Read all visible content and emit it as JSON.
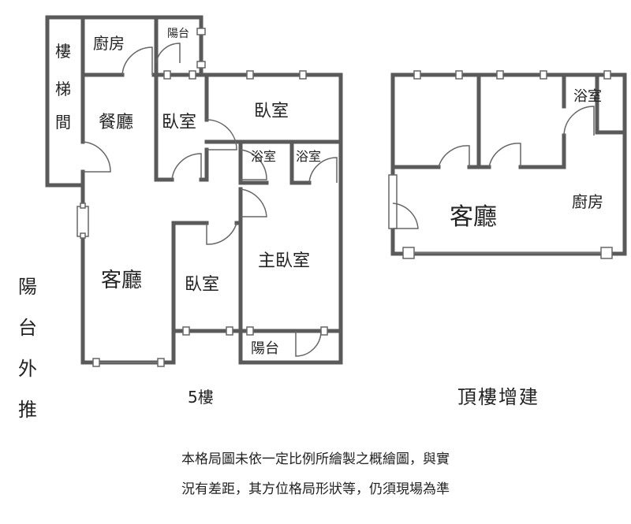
{
  "rooms_5f": {
    "stair": [
      "樓",
      "梯",
      "間"
    ],
    "kitchen": "廚房",
    "balcony_small": "陽台",
    "dining": "餐廳",
    "bedroom_a": "臥室",
    "bedroom_b": "臥室",
    "bath_a": "浴室",
    "bath_b": "浴室",
    "living": "客廳",
    "bedroom_c": "臥室",
    "master": "主臥室",
    "balcony_master": "陽台"
  },
  "rooms_roof": {
    "bath": "浴室",
    "living": "客廳",
    "kitchen": "廚房"
  },
  "balcony_out": [
    "陽",
    "台",
    "外",
    "推"
  ],
  "floor_5_label": "5樓",
  "roof_label": "頂樓增建",
  "disclaimer": {
    "line1": "本格局圖未依一定比例所繪製之概繪圖，與實",
    "line2": "況有差距，其方位格局形狀等，仍須現場為準"
  }
}
